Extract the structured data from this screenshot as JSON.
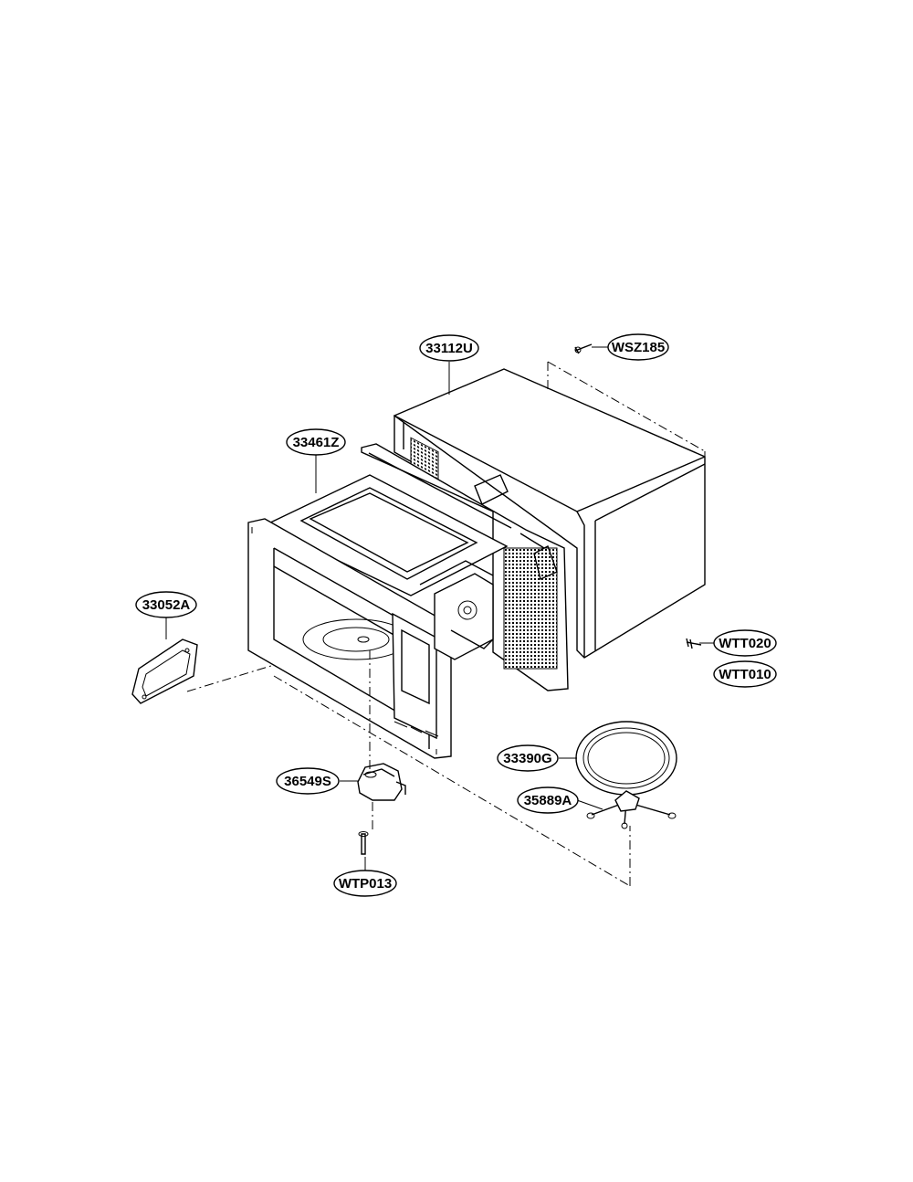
{
  "parts": {
    "p33112U": "33112U",
    "pWSZ185": "WSZ185",
    "p33461Z": "33461Z",
    "p33052A": "33052A",
    "pWTT020": "WTT020",
    "pWTT010": "WTT010",
    "p33390G": "33390G",
    "p35889A": "35889A",
    "p36549S": "36549S",
    "pWTP013": "WTP013"
  }
}
